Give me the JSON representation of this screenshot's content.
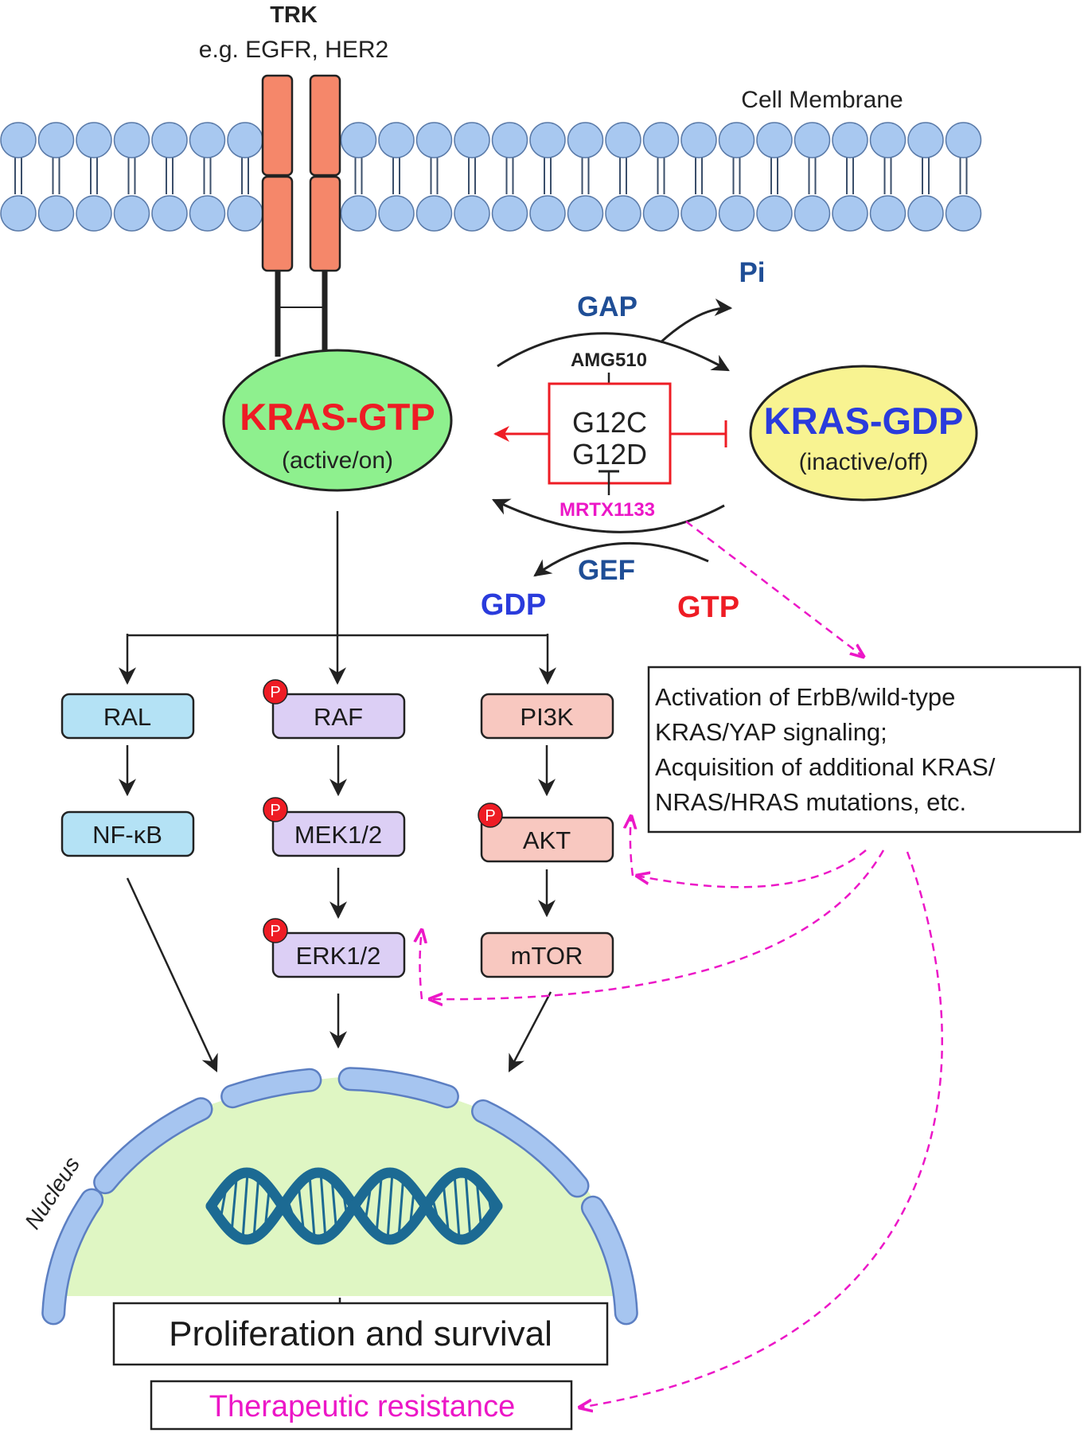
{
  "receptor": {
    "title": "TRK",
    "subtitle": "e.g. EGFR, HER2"
  },
  "membrane_label": "Cell Membrane",
  "kras_gtp": {
    "title": "KRAS-GTP",
    "subtitle": "(active/on)"
  },
  "kras_gdp": {
    "title": "KRAS-GDP",
    "subtitle": "(inactive/off)"
  },
  "mutations": {
    "line1": "G12C",
    "line2": "G12D"
  },
  "inhibitors": {
    "g12c": "AMG510",
    "g12d": "MRTX1133"
  },
  "cycle": {
    "gap": "GAP",
    "pi": "Pi",
    "gef": "GEF",
    "gdp": "GDP",
    "gtp": "GTP"
  },
  "pathways": {
    "ral": {
      "step1": "RAL",
      "step2": "NF-κB"
    },
    "mapk": {
      "step1": "RAF",
      "step2": "MEK1/2",
      "step3": "ERK1/2"
    },
    "pi3k": {
      "step1": "PI3K",
      "step2": "AKT",
      "step3": "mTOR"
    },
    "phospho_label": "P"
  },
  "resistance_mechanisms": {
    "line1": "Activation of ErbB/wild-type",
    "line2": "KRAS/YAP signaling;",
    "line3": "Acquisition of additional KRAS/",
    "line4": "NRAS/HRAS mutations, etc."
  },
  "nucleus_label": "Nucleus",
  "outcomes": {
    "proliferation": "Proliferation and survival",
    "resistance": "Therapeutic resistance"
  },
  "colors": {
    "membrane_head": "#a8c8f0",
    "receptor": "#f5876a",
    "active_green": "#8ef08e",
    "inactive_yellow": "#f8f391",
    "red": "#ee1c24",
    "blue": "#2a3bdc",
    "dark_blue": "#1f4e96",
    "magenta": "#ec17c7",
    "ral_fill": "#b4e2f5",
    "mapk_fill": "#dccff5",
    "pi3k_fill": "#f8c8c0",
    "nucleus_fill": "#dff6c3",
    "nucleus_envelope": "#a6c5f0",
    "dna": "#1c6a93"
  }
}
